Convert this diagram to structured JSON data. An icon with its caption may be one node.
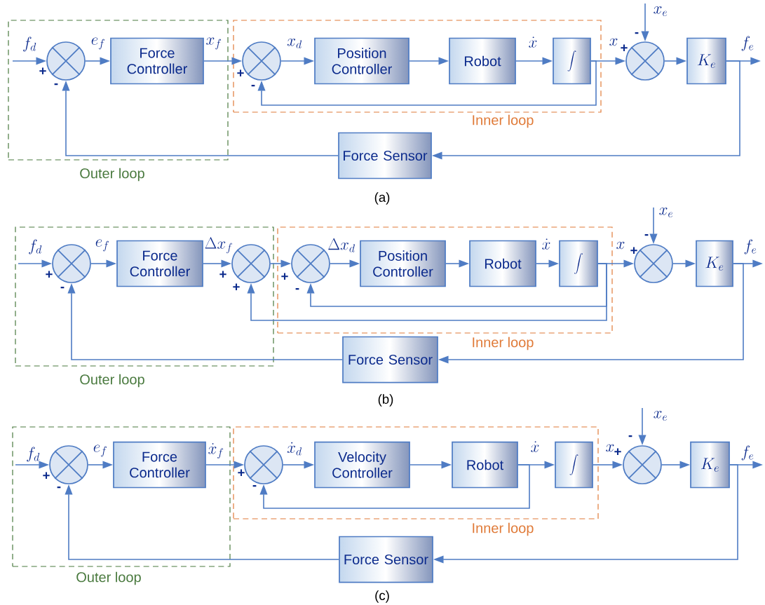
{
  "diagram": {
    "nodes": [
      {
        "text": [
          "Outer loop"
        ]
      },
      {
        "text": [],
        "shape": "circle",
        "in": 0
      },
      {
        "text": [
          "Force Controller"
        ],
        "in": 0
      },
      {
        "text": [
          "Inner loop"
        ]
      },
      {
        "text": [],
        "shape": "circle",
        "in": 3
      },
      {
        "text": [
          "Position Controller"
        ],
        "in": 3
      },
      {
        "text": [
          "Robot"
        ],
        "in": 3
      },
      {
        "text": [
          "\\int"
        ],
        "in": 3
      },
      {
        "text": [],
        "shape": "circle"
      },
      {
        "text": [
          "K_e"
        ]
      },
      {
        "text": [
          "Force Sensor"
        ]
      },
      {
        "text": [
          "Outer loop"
        ]
      },
      {
        "text": [],
        "shape": "circle",
        "in": 11
      },
      {
        "text": [
          "Force Controller"
        ],
        "in": 11
      },
      {
        "text": [],
        "shape": "circle",
        "in": 11
      },
      {
        "text": [
          "Inner loop"
        ]
      },
      {
        "text": [],
        "shape": "circle",
        "in": 15
      },
      {
        "text": [
          "Position Controller"
        ],
        "in": 15
      },
      {
        "text": [
          "Robot"
        ],
        "in": 15
      },
      {
        "text": [
          "\\int"
        ],
        "in": 15
      },
      {
        "text": [],
        "shape": "circle"
      },
      {
        "text": [
          "K_e"
        ]
      },
      {
        "text": [
          "Force Sensor"
        ]
      },
      {
        "text": [
          "Outer loop"
        ]
      },
      {
        "text": [],
        "shape": "circle",
        "in": 23
      },
      {
        "text": [
          "Force Controller"
        ],
        "in": 23
      },
      {
        "text": [
          "Inner loop"
        ]
      },
      {
        "text": [],
        "shape": "circle",
        "in": 26
      },
      {
        "text": [
          "Velocity Controller"
        ],
        "in": 26
      },
      {
        "text": [
          "Robot"
        ],
        "in": 26
      },
      {
        "text": [
          "\\int"
        ],
        "in": 26
      },
      {
        "text": [],
        "shape": "circle"
      },
      {
        "text": [
          "K_e"
        ]
      },
      {
        "text": [
          "Force Sensor"
        ]
      }
    ],
    "edges": [
      {
        "from": null,
        "to": 1,
        "arrow": "to",
        "label": "f_d"
      },
      {
        "from": 1,
        "to": 2,
        "arrow": "to",
        "label": "e_f"
      },
      {
        "from": 2,
        "to": 4,
        "arrow": "to",
        "label": "x_f"
      },
      {
        "from": 4,
        "to": 5,
        "arrow": "to",
        "label": "x_d"
      },
      {
        "from": 5,
        "to": 6,
        "arrow": "to"
      },
      {
        "from": 6,
        "to": 7,
        "arrow": "to",
        "label": "\\dot{x}"
      },
      {
        "from": 7,
        "to": 8,
        "arrow": "to",
        "label": "x"
      },
      {
        "from": null,
        "to": 8,
        "arrow": "to",
        "label": "x_e"
      },
      {
        "from": 8,
        "to": 9,
        "arrow": "to"
      },
      {
        "from": 9,
        "to": null,
        "arrow": "to",
        "label": "f_e"
      },
      {
        "from": 9,
        "to": 10,
        "arrow": "to"
      },
      {
        "from": 10,
        "to": 1,
        "arrow": "to"
      },
      {
        "from": 7,
        "to": 4,
        "arrow": "to"
      },
      {
        "from": null,
        "to": 12,
        "arrow": "to",
        "label": "f_d"
      },
      {
        "from": 12,
        "to": 13,
        "arrow": "to",
        "label": "e_f"
      },
      {
        "from": 13,
        "to": 14,
        "arrow": "to",
        "label": "\\Delta x_f"
      },
      {
        "from": 14,
        "to": 16,
        "arrow": "to"
      },
      {
        "from": 16,
        "to": 17,
        "arrow": "to",
        "label": "\\Delta x_d"
      },
      {
        "from": 17,
        "to": 18,
        "arrow": "to"
      },
      {
        "from": 18,
        "to": 19,
        "arrow": "to",
        "label": "\\dot{x}"
      },
      {
        "from": 19,
        "to": 20,
        "arrow": "to",
        "label": "x"
      },
      {
        "from": null,
        "to": 20,
        "arrow": "to",
        "label": "x_e"
      },
      {
        "from": 20,
        "to": 21,
        "arrow": "to"
      },
      {
        "from": 21,
        "to": null,
        "arrow": "to",
        "label": "f_e"
      },
      {
        "from": 21,
        "to": 22,
        "arrow": "to"
      },
      {
        "from": 22,
        "to": 12,
        "arrow": "to"
      },
      {
        "from": 19,
        "to": 16,
        "arrow": "to"
      },
      {
        "from": 19,
        "to": 14,
        "arrow": "to"
      },
      {
        "from": null,
        "to": 24,
        "arrow": "to",
        "label": "f_d"
      },
      {
        "from": 24,
        "to": 25,
        "arrow": "to",
        "label": "e_f"
      },
      {
        "from": 25,
        "to": 27,
        "arrow": "to",
        "label": "\\dot{x}_f"
      },
      {
        "from": 27,
        "to": 28,
        "arrow": "to",
        "label": "\\dot{x}_d"
      },
      {
        "from": 28,
        "to": 29,
        "arrow": "to"
      },
      {
        "from": 29,
        "to": 30,
        "arrow": "to",
        "label": "\\dot{x}"
      },
      {
        "from": 30,
        "to": 31,
        "arrow": "to",
        "label": "x"
      },
      {
        "from": null,
        "to": 31,
        "arrow": "to",
        "label": "x_e"
      },
      {
        "from": 31,
        "to": 32,
        "arrow": "to"
      },
      {
        "from": 32,
        "to": null,
        "arrow": "to",
        "label": "f_e"
      },
      {
        "from": 32,
        "to": 33,
        "arrow": "to"
      },
      {
        "from": 33,
        "to": 24,
        "arrow": "to"
      },
      {
        "from": 29,
        "to": 27,
        "arrow": "to"
      }
    ],
    "labels": [
      "+",
      "-",
      "+",
      "-",
      "+",
      "-",
      "(a)",
      "+",
      "-",
      "+",
      "+",
      "+",
      "-",
      "+",
      "-",
      "(b)",
      "+",
      "-",
      "+",
      "-",
      "+",
      "-",
      "(c)"
    ]
  }
}
